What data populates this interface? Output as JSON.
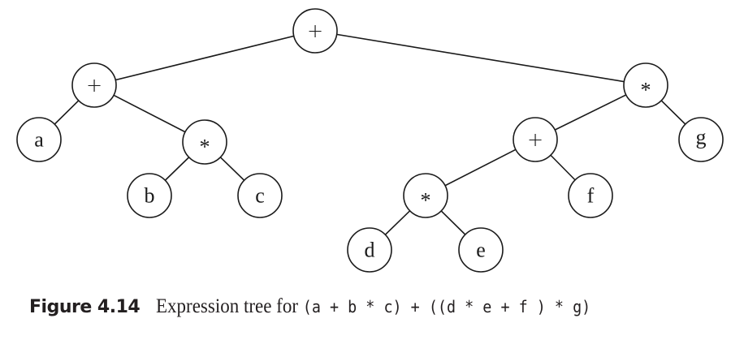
{
  "figure": {
    "number": "Figure 4.14",
    "caption_text": "Expression tree for",
    "caption_expression": "(a + b * c) + ((d * e + f ) * g)"
  },
  "tree": {
    "nodes": [
      {
        "id": "root-plus",
        "label": "+",
        "type": "operator"
      },
      {
        "id": "left-plus",
        "label": "+",
        "type": "operator"
      },
      {
        "id": "a",
        "label": "a",
        "type": "operand"
      },
      {
        "id": "left-times",
        "label": "*",
        "type": "operator"
      },
      {
        "id": "b",
        "label": "b",
        "type": "operand"
      },
      {
        "id": "c",
        "label": "c",
        "type": "operand"
      },
      {
        "id": "right-times",
        "label": "*",
        "type": "operator"
      },
      {
        "id": "mid-plus",
        "label": "+",
        "type": "operator"
      },
      {
        "id": "g",
        "label": "g",
        "type": "operand"
      },
      {
        "id": "inner-times",
        "label": "*",
        "type": "operator"
      },
      {
        "id": "f",
        "label": "f",
        "type": "operand"
      },
      {
        "id": "d",
        "label": "d",
        "type": "operand"
      },
      {
        "id": "e",
        "label": "e",
        "type": "operand"
      }
    ],
    "edges": [
      [
        "root-plus",
        "left-plus"
      ],
      [
        "root-plus",
        "right-times"
      ],
      [
        "left-plus",
        "a"
      ],
      [
        "left-plus",
        "left-times"
      ],
      [
        "left-times",
        "b"
      ],
      [
        "left-times",
        "c"
      ],
      [
        "right-times",
        "mid-plus"
      ],
      [
        "right-times",
        "g"
      ],
      [
        "mid-plus",
        "inner-times"
      ],
      [
        "mid-plus",
        "f"
      ],
      [
        "inner-times",
        "d"
      ],
      [
        "inner-times",
        "e"
      ]
    ]
  }
}
